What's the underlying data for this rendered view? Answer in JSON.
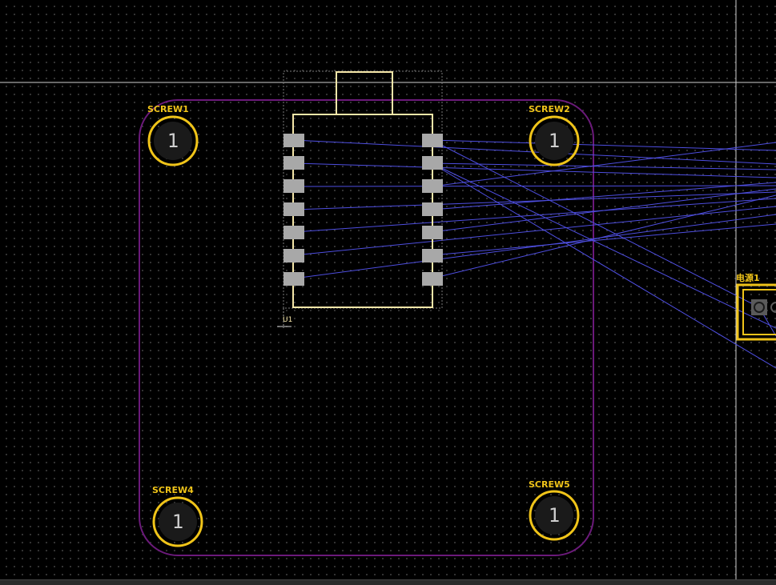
{
  "board": {
    "outline_color": "#6b1a7a",
    "silkscreen_color": "#f0c419",
    "ratsnest_color": "#4e4ee0",
    "crosshair_color": "#cfcfcf"
  },
  "components": {
    "screw1": {
      "ref": "SCREW1",
      "pad": "1"
    },
    "screw2": {
      "ref": "SCREW2",
      "pad": "1"
    },
    "screw4": {
      "ref": "SCREW4",
      "pad": "1"
    },
    "screw5": {
      "ref": "SCREW5",
      "pad": "1"
    },
    "u1": {
      "ref": "U1"
    },
    "power1": {
      "ref": "电源1"
    }
  }
}
